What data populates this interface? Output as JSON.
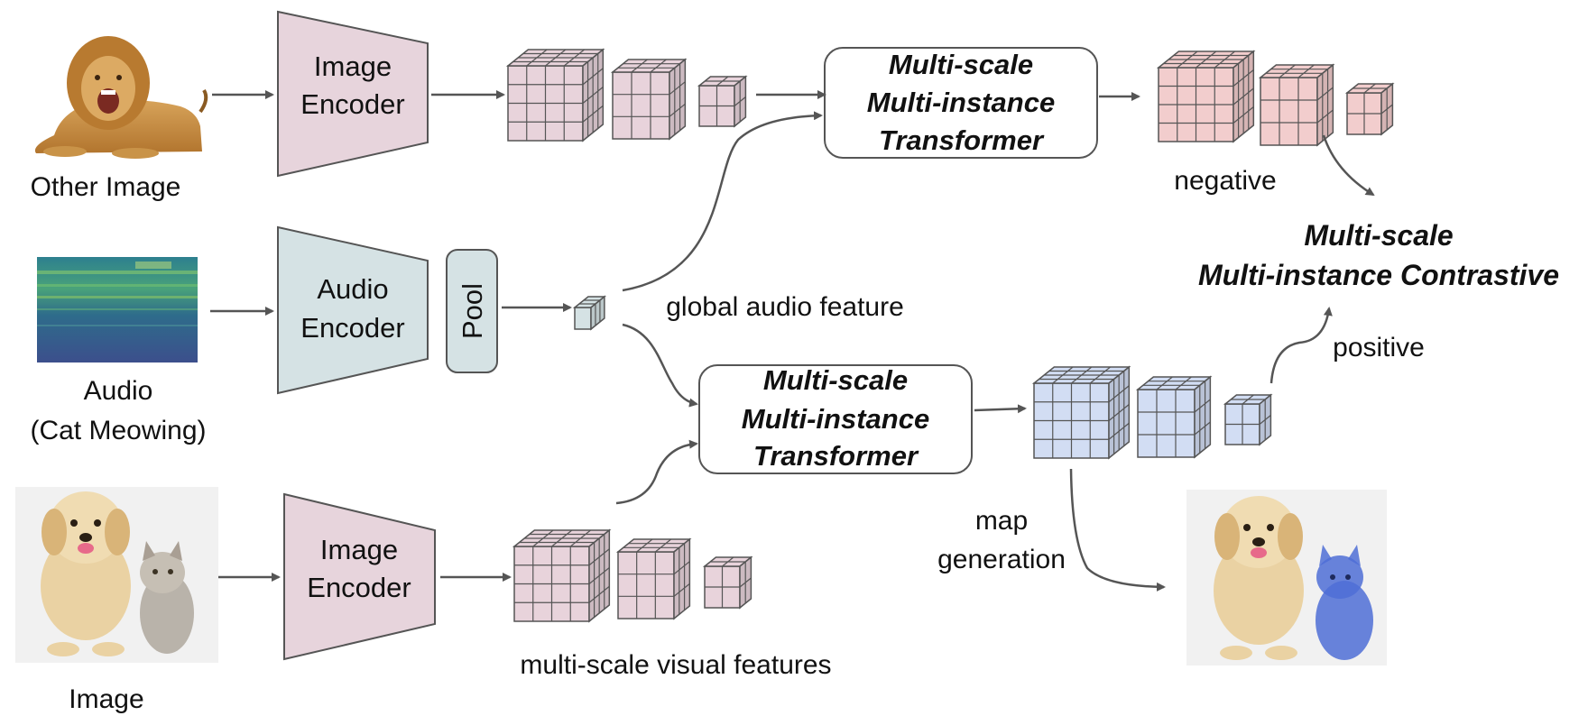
{
  "labels": {
    "other_image": "Other Image",
    "audio_line1": "Audio",
    "audio_line2": "(Cat Meowing)",
    "image": "Image",
    "negative": "negative",
    "positive": "positive",
    "global_audio_feature": "global audio feature",
    "multi_scale_visual_features": "multi-scale visual features",
    "map_line1": "map",
    "map_line2": "generation"
  },
  "encoders": {
    "image_top": [
      "Image",
      "Encoder"
    ],
    "audio": [
      "Audio",
      "Encoder"
    ],
    "image_bottom": [
      "Image",
      "Encoder"
    ]
  },
  "pool": "Pool",
  "transformer_top": [
    "Multi-scale",
    "Multi-instance",
    "Transformer"
  ],
  "transformer_bottom": [
    "Multi-scale",
    "Multi-instance",
    "Transformer"
  ],
  "contrastive": [
    "Multi-scale",
    "Multi-instance Contrastive"
  ],
  "colors": {
    "image_feature": "#e8d3db",
    "negative_feature": "#f2cdcd",
    "positive_feature": "#d2ddf3",
    "audio_encoder": "#d5e2e4",
    "image_encoder": "#e7d4dc",
    "arrow": "#555555",
    "mask": "#4f6fd6"
  }
}
